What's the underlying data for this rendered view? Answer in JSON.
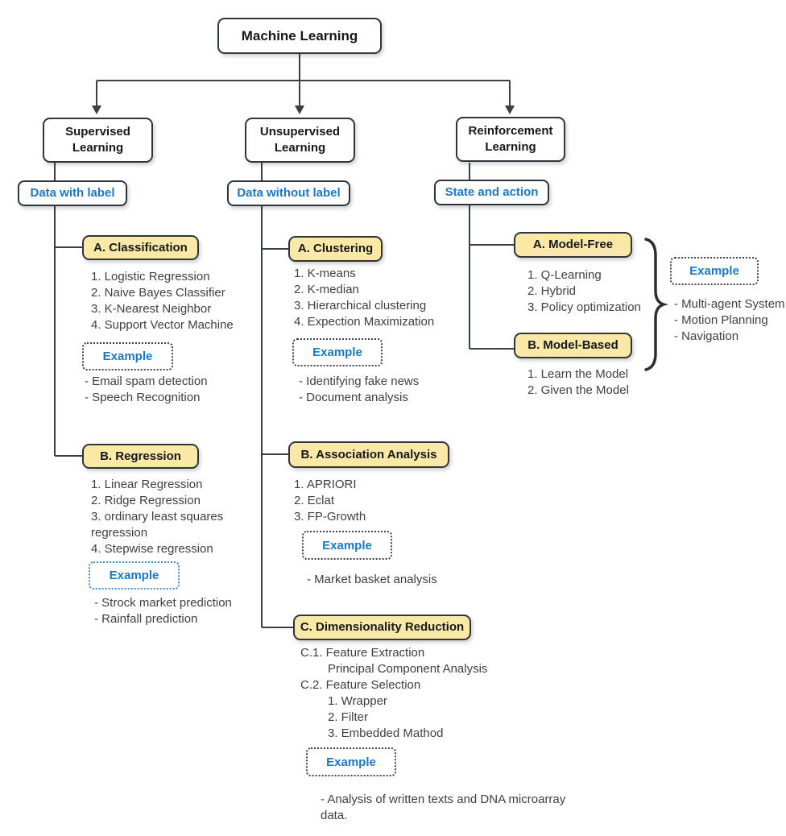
{
  "root_label": "Machine Learning",
  "example_label": "Example",
  "colors": {
    "node_border": "#2f353b",
    "category_fill": "#fae9a6",
    "accent_blue": "#1b78c0",
    "connector": "#3a3f45",
    "list_text": "#3d3f42"
  },
  "branches": {
    "supervised": {
      "title": "Supervised Learning",
      "tag": "Data with label"
    },
    "unsupervised": {
      "title": "Unsupervised Learning",
      "tag": "Data without label"
    },
    "reinforcement": {
      "title": "Reinforcement Learning",
      "tag": "State and action"
    }
  },
  "sections": {
    "classification": {
      "title": "A. Classification",
      "items": [
        "1. Logistic Regression",
        "2. Naive Bayes Classifier",
        "3. K-Nearest Neighbor",
        "4. Support Vector Machine"
      ],
      "examples": [
        "- Email spam detection",
        "- Speech Recognition"
      ]
    },
    "regression": {
      "title": "B. Regression",
      "lines": [
        "1. Linear Regression",
        "2. Ridge Regression",
        "3. ordinary least squares",
        "regression",
        "4. Stepwise regression"
      ],
      "examples": [
        "- Strock market prediction",
        "- Rainfall prediction"
      ]
    },
    "clustering": {
      "title": "A. Clustering",
      "items": [
        "1. K-means",
        "2. K-median",
        "3. Hierarchical clustering",
        "4. Expection Maximization"
      ],
      "examples": [
        "- Identifying fake news",
        "- Document analysis"
      ]
    },
    "association": {
      "title": "B. Association Analysis",
      "items": [
        "1. APRIORI",
        "2. Eclat",
        "3. FP-Growth"
      ],
      "examples": [
        "- Market basket analysis"
      ]
    },
    "dimensionality": {
      "title": "C. Dimensionality Reduction",
      "lines": [
        "C.1.  Feature Extraction",
        "Principal Component Analysis",
        "C.2. Feature Selection",
        "1. Wrapper",
        "2. Filter",
        "3. Embedded Mathod"
      ],
      "example_lines": [
        "- Analysis of written texts and DNA microarray",
        "data."
      ]
    },
    "model_free": {
      "title": "A. Model-Free",
      "items": [
        "1. Q-Learning",
        "2. Hybrid",
        "3. Policy optimization"
      ]
    },
    "model_based": {
      "title": "B. Model-Based",
      "items": [
        "1. Learn the Model",
        "2. Given the Model"
      ]
    },
    "reinforcement_examples": [
      "- Multi-agent System",
      "- Motion Planning",
      "- Navigation"
    ]
  }
}
